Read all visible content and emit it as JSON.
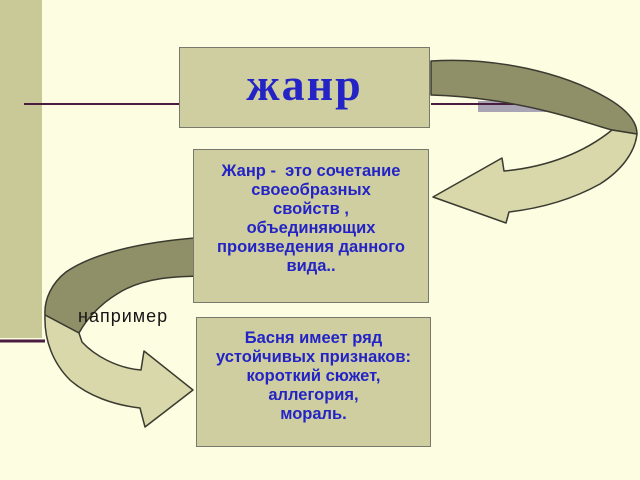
{
  "slide": {
    "title_box": {
      "text": "жанр"
    },
    "definition_box": {
      "lines": [
        "Жанр -  это сочетание",
        "своеобразных",
        "свойств ,",
        "объединяющих",
        "произведения данного",
        "вида.."
      ]
    },
    "example_label": "например",
    "fable_box": {
      "lines": [
        "Басня имеет ряд",
        "устойчивых признаков:",
        "короткий сюжет,",
        "аллегория,",
        "мораль."
      ]
    }
  },
  "colors": {
    "background": "#fdfde2",
    "bar_khaki": "#c9c997",
    "box_fill": "#cecea1",
    "box_border": "#78786c",
    "arrow_dark": "#8f8f68",
    "arrow_light": "#d8d8aa",
    "arrow_outline": "#3a3a30",
    "line_maroon": "#4a1d40",
    "shadow_gray": "#a9a5b4",
    "title_text": "#2424c6",
    "body_text": "#2424c6",
    "label_text": "#161616"
  }
}
